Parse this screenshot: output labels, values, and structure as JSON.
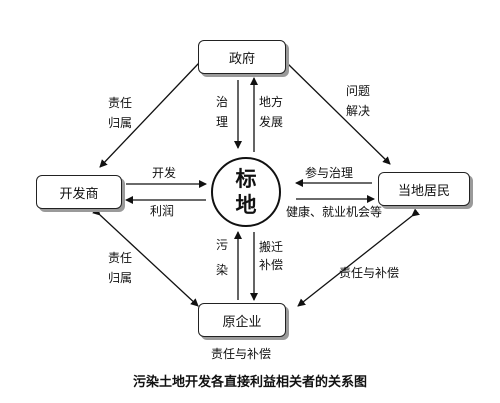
{
  "nodes": {
    "government": "政府",
    "developer": "开发商",
    "residents": "当地居民",
    "original_enterprise": "原企业",
    "center_line1": "标",
    "center_line2": "地"
  },
  "edge_labels": {
    "govern_1": "治",
    "govern_2": "理",
    "local_dev_1": "地方",
    "local_dev_2": "发展",
    "develop": "开发",
    "profit": "利润",
    "participate_govern": "参与治理",
    "health_employment": "健康、就业机会等",
    "pollute_1": "污",
    "pollute_2": "染",
    "relocation_1": "搬迁",
    "relocation_2": "补偿",
    "resp_top_left_1": "责任",
    "resp_top_left_2": "归属",
    "issue_1": "问题",
    "issue_2": "解决",
    "resp_bottom_left_1": "责任",
    "resp_bottom_left_2": "归属",
    "resp_comp_right": "责任与补偿",
    "resp_comp_bottom": "责任与补偿"
  },
  "caption": "污染土地开发各直接利益相关者的关系图"
}
